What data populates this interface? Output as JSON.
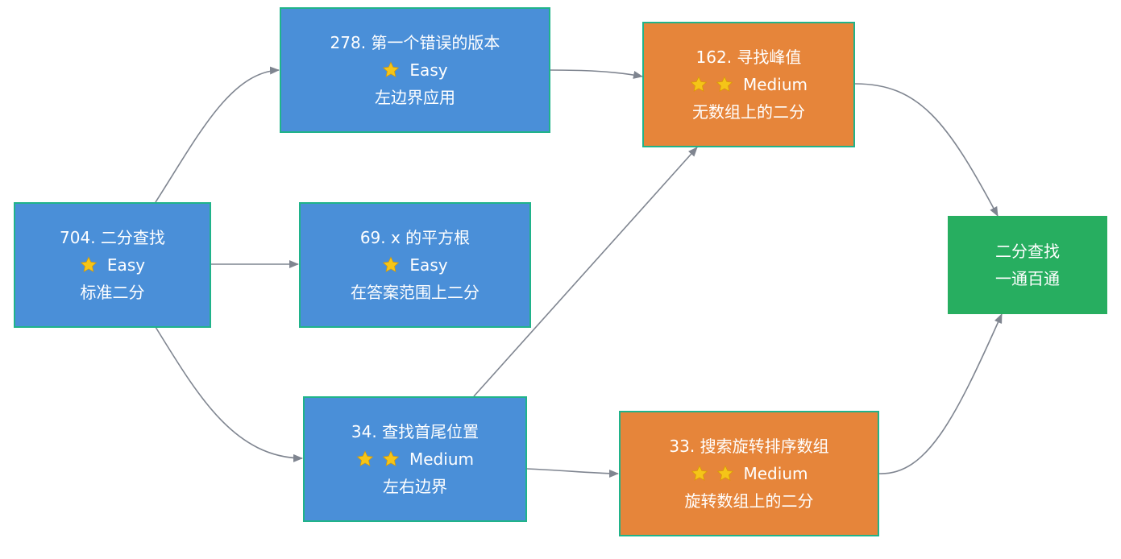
{
  "nodes": {
    "n704": {
      "title": "704. 二分查找",
      "difficulty": "Easy",
      "stars": 1,
      "note": "标准二分",
      "color": "#4a8fd8"
    },
    "n278": {
      "title": "278. 第一个错误的版本",
      "difficulty": "Easy",
      "stars": 1,
      "note": "左边界应用",
      "color": "#4a8fd8"
    },
    "n69": {
      "title": "69. x 的平方根",
      "difficulty": "Easy",
      "stars": 1,
      "note": "在答案范围上二分",
      "color": "#4a8fd8"
    },
    "n34": {
      "title": "34. 查找首尾位置",
      "difficulty": "Medium",
      "stars": 2,
      "note": "左右边界",
      "color": "#4a8fd8"
    },
    "n162": {
      "title": "162. 寻找峰值",
      "difficulty": "Medium",
      "stars": 2,
      "note": "无数组上的二分",
      "color": "#e6853a"
    },
    "n33": {
      "title": "33. 搜索旋转排序数组",
      "difficulty": "Medium",
      "stars": 2,
      "note": "旋转数组上的二分",
      "color": "#e6853a"
    },
    "goal": {
      "line1": "二分查找",
      "line2": "一通百通",
      "color": "#27ae60"
    }
  },
  "edges": [
    {
      "from": "n704",
      "to": "n278"
    },
    {
      "from": "n704",
      "to": "n69"
    },
    {
      "from": "n704",
      "to": "n34"
    },
    {
      "from": "n278",
      "to": "n162"
    },
    {
      "from": "n34",
      "to": "n162"
    },
    {
      "from": "n34",
      "to": "n33"
    },
    {
      "from": "n162",
      "to": "goal"
    },
    {
      "from": "n33",
      "to": "goal"
    }
  ],
  "icons": {
    "difficulty_star": "star-icon"
  },
  "colors": {
    "edge": "#7f8590",
    "border": "#20b38a",
    "star": "#f5c518"
  }
}
